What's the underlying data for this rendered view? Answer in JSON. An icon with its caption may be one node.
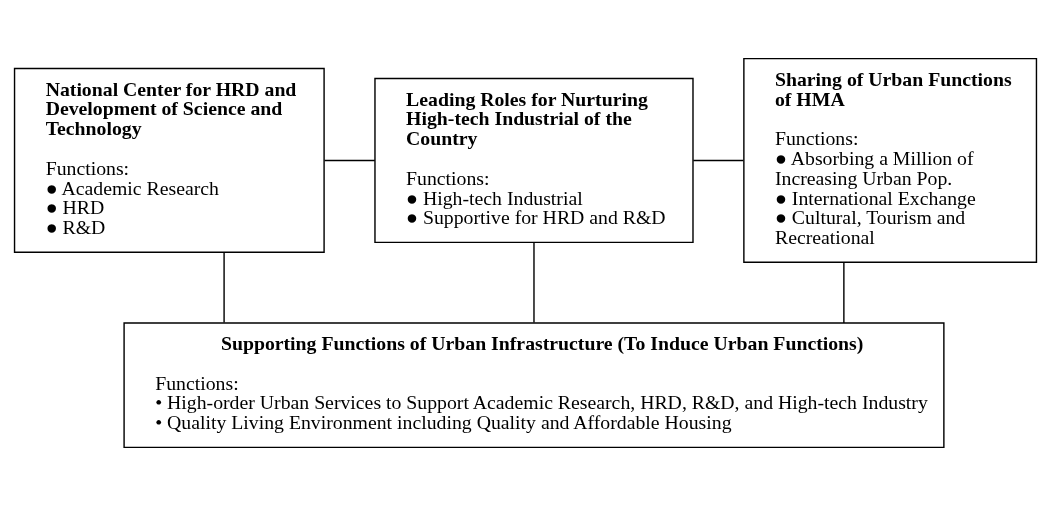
{
  "diagram": {
    "nodes": [
      {
        "text": [
          "National Center for HRD and Development of Science and Technology",
          "Functions:",
          "● Academic Research",
          "● HRD",
          "● R&D"
        ]
      },
      {
        "text": [
          "Leading Roles for Nurturing High-tech Industrial of the Country",
          "Functions:",
          "● High-tech Industrial",
          "● Supportive for HRD and R&D"
        ]
      },
      {
        "text": [
          "Sharing of Urban Functions of HMA",
          "Functions:",
          "● Absorbing a Million of Increasing Urban Pop.",
          "● International Exchange",
          "● Cultural, Tourism and Recreational"
        ]
      },
      {
        "text": [
          "Supporting Functions of Urban Infrastructure (To Induce Urban Functions)",
          "Functions:",
          "• High-order Urban Services to Support Academic Research, HRD, R&D, and High-tech Industry",
          "• Quality Living Environment including Quality and Affordable Housing"
        ]
      }
    ],
    "edges": [
      {
        "from": 0,
        "to": 1,
        "arrow": "none"
      },
      {
        "from": 1,
        "to": 2,
        "arrow": "none"
      },
      {
        "from": 0,
        "to": 3,
        "arrow": "none"
      },
      {
        "from": 1,
        "to": 3,
        "arrow": "none"
      },
      {
        "from": 2,
        "to": 3,
        "arrow": "none"
      }
    ]
  }
}
